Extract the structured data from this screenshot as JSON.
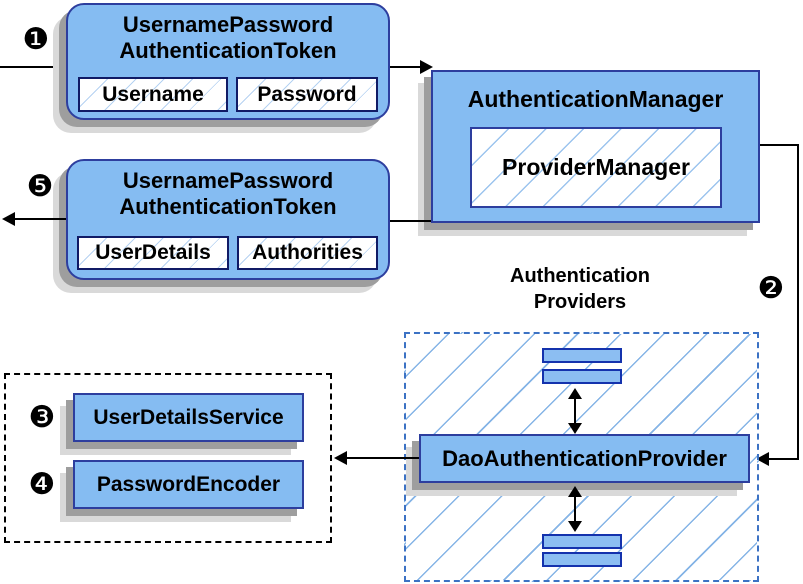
{
  "diagram": {
    "step_badges": [
      {
        "id": 1,
        "glyph": "❶"
      },
      {
        "id": 2,
        "glyph": "❷"
      },
      {
        "id": 3,
        "glyph": "❸"
      },
      {
        "id": 4,
        "glyph": "❹"
      },
      {
        "id": 5,
        "glyph": "❺"
      }
    ],
    "request_token": {
      "title_line1": "UsernamePassword",
      "title_line2": "AuthenticationToken",
      "field1": "Username",
      "field2": "Password"
    },
    "response_token": {
      "title_line1": "UsernamePassword",
      "title_line2": "AuthenticationToken",
      "field1": "UserDetails",
      "field2": "Authorities"
    },
    "authentication_manager": {
      "title": "AuthenticationManager",
      "inner": "ProviderManager"
    },
    "providers_group": {
      "label_line1": "Authentication",
      "label_line2": "Providers"
    },
    "dao_authentication_provider": "DaoAuthenticationProvider",
    "user_details_service": "UserDetailsService",
    "password_encoder": "PasswordEncoder",
    "colors": {
      "box_fill": "#85BCF2",
      "box_border": "#2D3E9E",
      "chip_border": "#111B66",
      "hatch_line": "#9CC4EE",
      "shadow_dark": "#9E9E9E",
      "shadow_light": "#D9D9D9",
      "dashed_provider_container_border": "#3C72C4",
      "dashed_beans_container_border": "#000000",
      "arrow": "#000000"
    }
  }
}
